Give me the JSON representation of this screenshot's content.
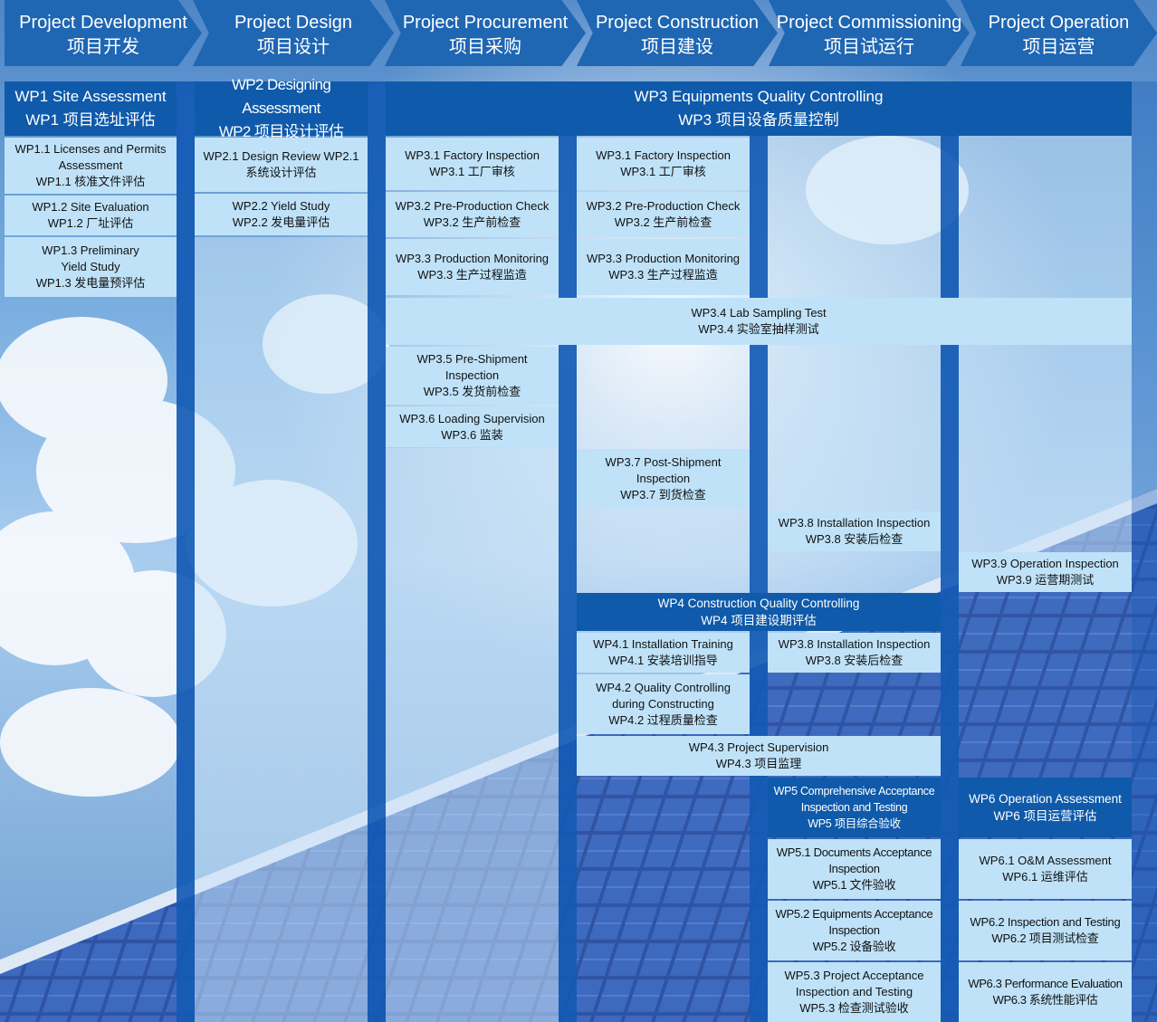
{
  "phases": [
    {
      "en": "Project Development",
      "zh": "项目开发"
    },
    {
      "en": "Project Design",
      "zh": "项目设计"
    },
    {
      "en": "Project Procurement",
      "zh": "项目采购"
    },
    {
      "en": "Project Construction",
      "zh": "项目建设"
    },
    {
      "en": "Project Commissioning",
      "zh": "项目试运行"
    },
    {
      "en": "Project Operation",
      "zh": "项目运营"
    }
  ],
  "wp1": {
    "header": {
      "en": "WP1 Site Assessment",
      "zh": "WP1 项目选址评估"
    },
    "items": [
      {
        "l1": "WP1.1 Licenses and Permits",
        "l2": "Assessment",
        "l3": "WP1.1 核准文件评估"
      },
      {
        "l1": "WP1.2 Site Evaluation",
        "l2": "WP1.2 厂址评估"
      },
      {
        "l1": "WP1.3 Preliminary",
        "l2": "Yield Study",
        "l3": "WP1.3 发电量预评估"
      }
    ]
  },
  "wp2": {
    "header": {
      "en": "WP2 Designing Assessment",
      "zh": "WP2 项目设计评估"
    },
    "items": [
      {
        "l1": "WP2.1 Design Review WP2.1",
        "l2": "系统设计评估"
      },
      {
        "l1": "WP2.2 Yield Study",
        "l2": "WP2.2 发电量评估"
      }
    ]
  },
  "wp3": {
    "header": {
      "en": "WP3 Equipments Quality Controlling",
      "zh": "WP3 项目设备质量控制"
    },
    "proc": [
      {
        "l1": "WP3.1 Factory Inspection",
        "l2": "WP3.1 工厂审核"
      },
      {
        "l1": "WP3.2 Pre-Production Check",
        "l2": "WP3.2 生产前检查"
      },
      {
        "l1": "WP3.3 Production Monitoring",
        "l2": "WP3.3 生产过程监造"
      }
    ],
    "cons": [
      {
        "l1": "WP3.1 Factory Inspection",
        "l2": "WP3.1 工厂审核"
      },
      {
        "l1": "WP3.2 Pre-Production Check",
        "l2": "WP3.2 生产前检查"
      },
      {
        "l1": "WP3.3 Production Monitoring",
        "l2": "WP3.3 生产过程监造"
      }
    ],
    "lab": {
      "l1": "WP3.4 Lab Sampling Test",
      "l2": "WP3.4 实验室抽样测试"
    },
    "preship": {
      "l1": "WP3.5 Pre-Shipment",
      "l2": "Inspection",
      "l3": "WP3.5 发货前检查"
    },
    "loading": {
      "l1": "WP3.6 Loading Supervision",
      "l2": "WP3.6 监装"
    },
    "postship": {
      "l1": "WP3.7 Post-Shipment",
      "l2": "Inspection",
      "l3": "WP3.7 到货检查"
    },
    "install": {
      "l1": "WP3.8 Installation Inspection",
      "l2": "WP3.8 安装后检查"
    },
    "operation": {
      "l1": "WP3.9 Operation Inspection",
      "l2": "WP3.9 运营期测试"
    }
  },
  "wp4": {
    "header": {
      "en": "WP4 Construction Quality Controlling",
      "zh": "WP4 项目建设期评估"
    },
    "training": {
      "l1": "WP4.1 Installation Training",
      "l2": "WP4.1 安装培训指导"
    },
    "install": {
      "l1": "WP3.8 Installation Inspection",
      "l2": "WP3.8 安装后检查"
    },
    "qc": {
      "l1": "WP4.2 Quality Controlling",
      "l2": "during Constructing",
      "l3": "WP4.2 过程质量检查"
    },
    "supervision": {
      "l1": "WP4.3 Project Supervision",
      "l2": "WP4.3 项目监理"
    }
  },
  "wp5": {
    "header": {
      "l1": "WP5 Comprehensive Acceptance",
      "l2": "Inspection and Testing",
      "l3": "WP5 项目综合验收"
    },
    "items": [
      {
        "l1": "WP5.1 Documents Acceptance",
        "l2": "Inspection",
        "l3": "WP5.1 文件验收"
      },
      {
        "l1": "WP5.2 Equipments Acceptance",
        "l2": "Inspection",
        "l3": "WP5.2 设备验收"
      },
      {
        "l1": "WP5.3 Project Acceptance",
        "l2": "Inspection and Testing",
        "l3": "WP5.3 检查测试验收"
      }
    ]
  },
  "wp6": {
    "header": {
      "l1": "WP6 Operation Assessment",
      "l2": "WP6 项目运营评估"
    },
    "items": [
      {
        "l1": "WP6.1 O&M Assessment",
        "l2": "WP6.1 运维评估"
      },
      {
        "l1": "WP6.2 Inspection and Testing",
        "l2": "WP6.2 项目测试检查"
      },
      {
        "l1": "WP6.3 Performance Evaluation",
        "l2": "WP6.3 系统性能评估"
      }
    ]
  },
  "colors": {
    "dark_blue": "#0f5aaa",
    "strip_blue": "#1f66b3",
    "light_box": "#bfe2f8"
  }
}
